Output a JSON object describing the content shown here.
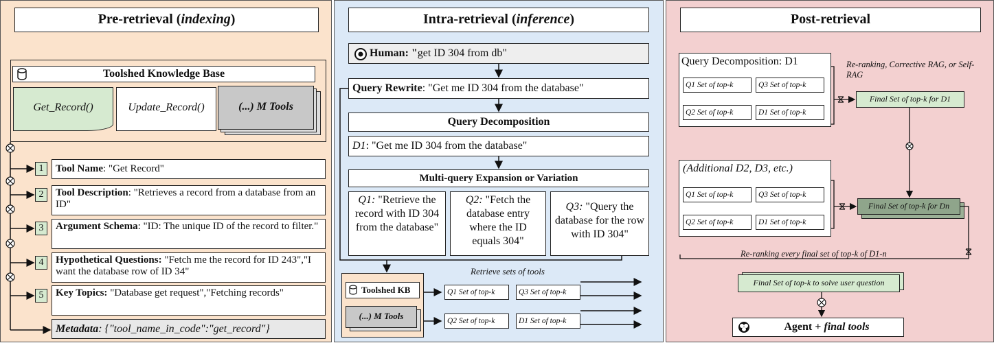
{
  "pre": {
    "title": "Pre-retrieval (",
    "title_it": "indexing",
    "title_end": ")",
    "kb_title": "Toolshed Knowledge Base",
    "tools": [
      "Get_Record()",
      "Update_Record()",
      "(...) M Tools"
    ],
    "items": [
      {
        "n": "1",
        "key": "Tool Name",
        "text": ": \"Get Record\""
      },
      {
        "n": "2",
        "key": "Tool Description",
        "text": ": \"Retrieves a record from a database from an ID\""
      },
      {
        "n": "3",
        "key": "Argument Schema",
        "text": ": \"ID: The unique ID of the record to filter.\""
      },
      {
        "n": "4",
        "key": "Hypothetical Questions:",
        "text": " \"Fetch me the record for ID 243\",\"I want the database row of ID 34\""
      },
      {
        "n": "5",
        "key": "Key Topics:",
        "text": " \"Database get request\",\"Fetching records\""
      }
    ],
    "metadata_key": "Metadata",
    "metadata_val": ": {\"tool_name_in_code\":\"get_record\"}"
  },
  "intra": {
    "title": "Intra-retrieval (",
    "title_it": "inference",
    "title_end": ")",
    "human_key": "Human: \"",
    "human_val": "get ID 304 from db\"",
    "rewrite_key": "Query Rewrite",
    "rewrite_val": ": \"Get me ID 304 from the database\"",
    "decomp_title": "Query Decomposition",
    "d1_key": "D1",
    "d1_val": ": \"Get me ID 304 from the database\"",
    "mq_title": "Multi-query Expansion or Variation",
    "queries": [
      {
        "key": "Q1:",
        "val": " \"Retrieve the record with ID 304 from the database\""
      },
      {
        "key": "Q2:",
        "val": " \"Fetch the database entry where the ID equals 304\""
      },
      {
        "key": "Q3:",
        "val": " \"Query the database for the row with ID 304\""
      }
    ],
    "retrieve_label": "Retrieve sets of tools",
    "kb_label": "Toolshed KB",
    "mtools_label": "(...) M Tools",
    "sets": [
      "Q1 Set of top-k",
      "Q3 Set of top-k",
      "Q2 Set of top-k",
      "D1 Set of top-k"
    ]
  },
  "post": {
    "title": "Post-retrieval",
    "qd1": "Query Decomposition: D1",
    "rerank_label": "Re-ranking, Corrective RAG, or Self-RAG",
    "sets": [
      "Q1 Set of top-k",
      "Q3 Set of top-k",
      "Q2 Set of top-k",
      "D1 Set of top-k"
    ],
    "final_d1": "Final Set of top-k for D1",
    "additional": "(Additional D2, D3, etc.)",
    "final_dn": "Final Set of top-k for Dn",
    "rerank_every": "Re-ranking every final set of top-k of D1-n",
    "final_solve": "Final Set of top-k to solve user question",
    "agent": "Agent + ",
    "agent_it": "final tools"
  },
  "colors": {
    "orange": "#fbe3cc",
    "blue": "#dce9f7",
    "pink": "#f3d0d0",
    "green": "#d6ead0",
    "gray": "#c8c8c8",
    "darkgreen": "#8fa58b"
  }
}
